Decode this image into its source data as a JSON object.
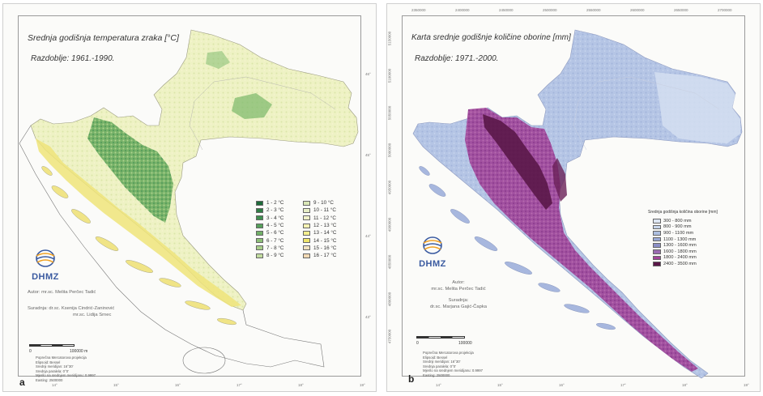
{
  "panel_a": {
    "title": "Srednja godišnja temperatura zraka [°C]",
    "period": "Razdoblje: 1961.-1990.",
    "legend": [
      {
        "label": "1 - 2 °C",
        "color": "#1e6b3a"
      },
      {
        "label": "2 - 3 °C",
        "color": "#2f7d45"
      },
      {
        "label": "3 - 4 °C",
        "color": "#3f8f4f"
      },
      {
        "label": "4 - 5 °C",
        "color": "#56a05a"
      },
      {
        "label": "5 - 6 °C",
        "color": "#70b066"
      },
      {
        "label": "6 - 7 °C",
        "color": "#8dc077"
      },
      {
        "label": "7 - 8 °C",
        "color": "#a8cf8a"
      },
      {
        "label": "8 - 9 °C",
        "color": "#c2dc9f"
      },
      {
        "label": "9 - 10 °C",
        "color": "#d9e7b6"
      },
      {
        "label": "10 - 11 °C",
        "color": "#e8efc6"
      },
      {
        "label": "11 - 12 °C",
        "color": "#f1f2c8"
      },
      {
        "label": "12 - 13 °C",
        "color": "#f6f3b4"
      },
      {
        "label": "13 - 14 °C",
        "color": "#f3ee8e"
      },
      {
        "label": "14 - 15 °C",
        "color": "#efe56a"
      },
      {
        "label": "15 - 16 °C",
        "color": "#f0e2c0"
      },
      {
        "label": "16 - 17 °C",
        "color": "#f2d9b4"
      }
    ],
    "logo": "DHMZ",
    "author": "Autor: mr.sc. Melita Perčec Tadić",
    "collab_1": "Suradnja: dr.sc. Ksenija Cindrić-Zaninović",
    "collab_2": "mr.sc. Lidija Srnec",
    "scale_0": "0",
    "scale_max": "100000 m",
    "projection": [
      "Poprečna Mercatorova projekcija",
      "Elipsoid: Bessel",
      "Srednji meridijan: 16°30'",
      "Srednja paralela: 0°0'",
      "Mjerilo na srednjem meridijanu: 0.9997",
      "Easting: 2500000"
    ],
    "letter": "a",
    "bottom_ticks": [
      "14°",
      "15°",
      "16°",
      "17°",
      "18°",
      "19°"
    ],
    "right_ticks": [
      "46°",
      "45°",
      "44°",
      "43°"
    ]
  },
  "panel_b": {
    "title": "Karta srednje godišnje količine oborine [mm]",
    "period": "Razdoblje: 1971.-2000.",
    "legend_title": "Srednja godišnja količina oborine [mm]",
    "legend": [
      {
        "label": "300 - 800 mm",
        "color": "#dde6f3"
      },
      {
        "label": "800 - 900 mm",
        "color": "#c8d6ec"
      },
      {
        "label": "900 - 1100 mm",
        "color": "#aebfe0"
      },
      {
        "label": "1100 - 1300 mm",
        "color": "#9aa9d6"
      },
      {
        "label": "1300 - 1600 mm",
        "color": "#8b8fc6"
      },
      {
        "label": "1600 - 1800 mm",
        "color": "#9a6bb2"
      },
      {
        "label": "1800 - 2400 mm",
        "color": "#a2449a"
      },
      {
        "label": "2400 - 3500 mm",
        "color": "#5a1748"
      }
    ],
    "logo": "DHMZ",
    "author_label": "Autor:",
    "author": "mr.sc. Melita Perčec Tadić",
    "collab_label": "Suradnja:",
    "collab": "dr.sc. Marjana Gajić-Čapka",
    "scale_0": "0",
    "scale_max": "100000",
    "projection": [
      "Poprečna Mercatorova projekcija",
      "Elipsoid: Bessel",
      "Srednji meridijan: 16°30'",
      "Srednja paralela: 0°0'",
      "Mjerilo na srednjem meridijanu: 0.9997",
      "Easting: 2500000"
    ],
    "letter": "b",
    "top_ticks": [
      "2350000",
      "2400000",
      "2450000",
      "2500000",
      "2550000",
      "2600000",
      "2650000",
      "2700000"
    ],
    "bottom_ticks": [
      "14°",
      "15°",
      "16°",
      "17°",
      "18°",
      "19°"
    ],
    "left_ticks": [
      "5150000",
      "5100000",
      "5050000",
      "5000000",
      "4950000",
      "4900000",
      "4850000",
      "4800000",
      "4750000"
    ]
  },
  "colors": {
    "land_a_base": "#f2f3cd",
    "land_a_green": "#5c9f55",
    "land_a_yellow": "#f0e87e",
    "land_b_base": "#bccbe7",
    "land_b_purple": "#a04a9c",
    "land_b_dark": "#5a1748",
    "sea": "#fbfbf9"
  }
}
